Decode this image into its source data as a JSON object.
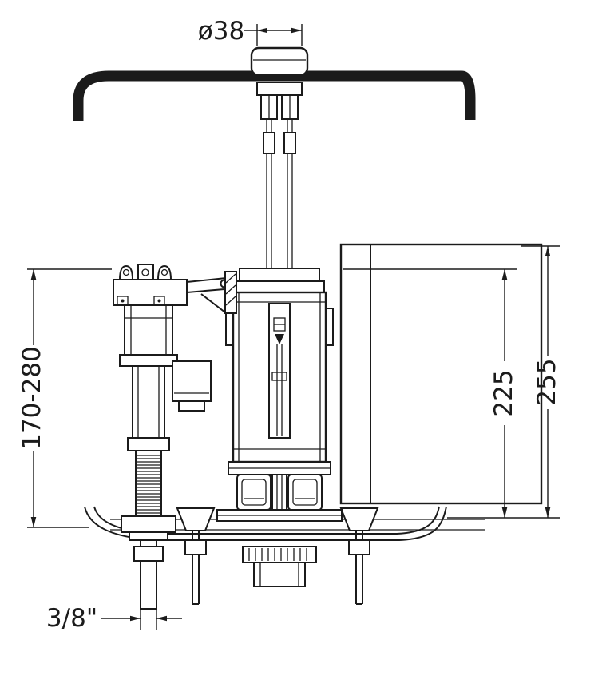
{
  "labels": {
    "button_diameter": "ø38",
    "installation_height": "170-280",
    "valve_height": "225",
    "overall_height": "255",
    "inlet_thread": "3/8\""
  },
  "colors": {
    "ink": "#1b1b1b",
    "paper": "#ffffff"
  }
}
